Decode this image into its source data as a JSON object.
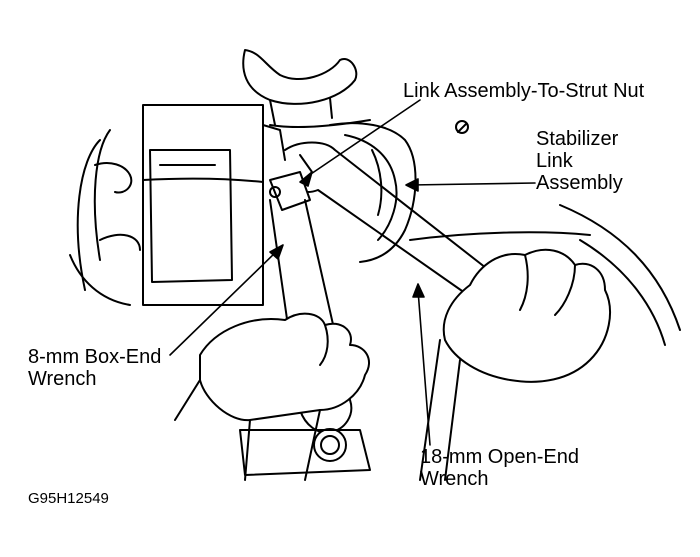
{
  "labels": {
    "strut_nut": "Link Assembly-To-Strut Nut",
    "stabilizer_line1": "Stabilizer",
    "stabilizer_line2": "Link",
    "stabilizer_line3": "Assembly",
    "box_wrench_line1": "8-mm Box-End",
    "box_wrench_line2": "Wrench",
    "open_wrench_line1": "18-mm Open-End",
    "open_wrench_line2": "Wrench"
  },
  "figure_code": "G95H12549",
  "colors": {
    "ink": "#000000",
    "paper": "#ffffff"
  }
}
